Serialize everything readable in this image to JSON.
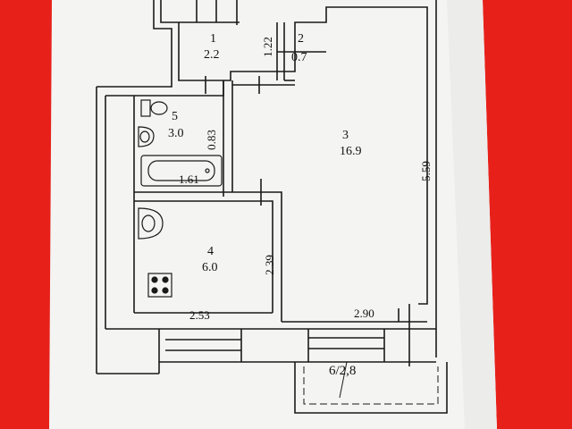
{
  "rooms": [
    {
      "num": "1",
      "area": "2.2"
    },
    {
      "num": "2",
      "area": "0.7"
    },
    {
      "num": "3",
      "area": "16.9"
    },
    {
      "num": "4",
      "area": "6.0"
    },
    {
      "num": "5",
      "area": "3.0"
    }
  ],
  "balcony": {
    "label": "6/2,8"
  },
  "dimensions": {
    "d122": "1.22",
    "d083": "0.83",
    "d161": "1.61",
    "d559": "5.59",
    "d239": "2.39",
    "d253": "2.53",
    "d290": "2.90"
  },
  "colors": {
    "background": "#e8201a",
    "paper": "#f4f4f2",
    "ink": "#1a1a1a"
  }
}
